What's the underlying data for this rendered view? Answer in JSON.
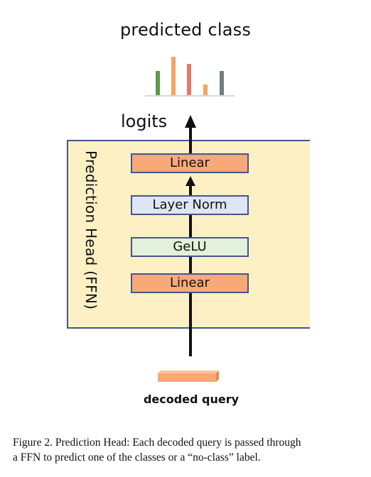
{
  "diagram": {
    "output_label": "predicted class",
    "logits_label": "logits",
    "head_label": "Prediction Head (FFN)",
    "layers": [
      "Linear",
      "Layer Norm",
      "GeLU",
      "Linear"
    ],
    "input_label": "decoded query"
  },
  "colors": {
    "linear": "#f9a877",
    "layer_norm": "#dde6f5",
    "gelu": "#e3f0db",
    "head_box": "#fdf0c4",
    "border": "#44568c",
    "bar_green": "#5c9a48",
    "bar_orange": "#f2a563",
    "bar_red": "#e07b6d",
    "bar_slate": "#6e7f83"
  },
  "caption": {
    "line1": "Figure 2. Prediction Head: Each decoded query is passed through",
    "line2": "a FFN to predict one of the classes or a “no-class” label."
  }
}
